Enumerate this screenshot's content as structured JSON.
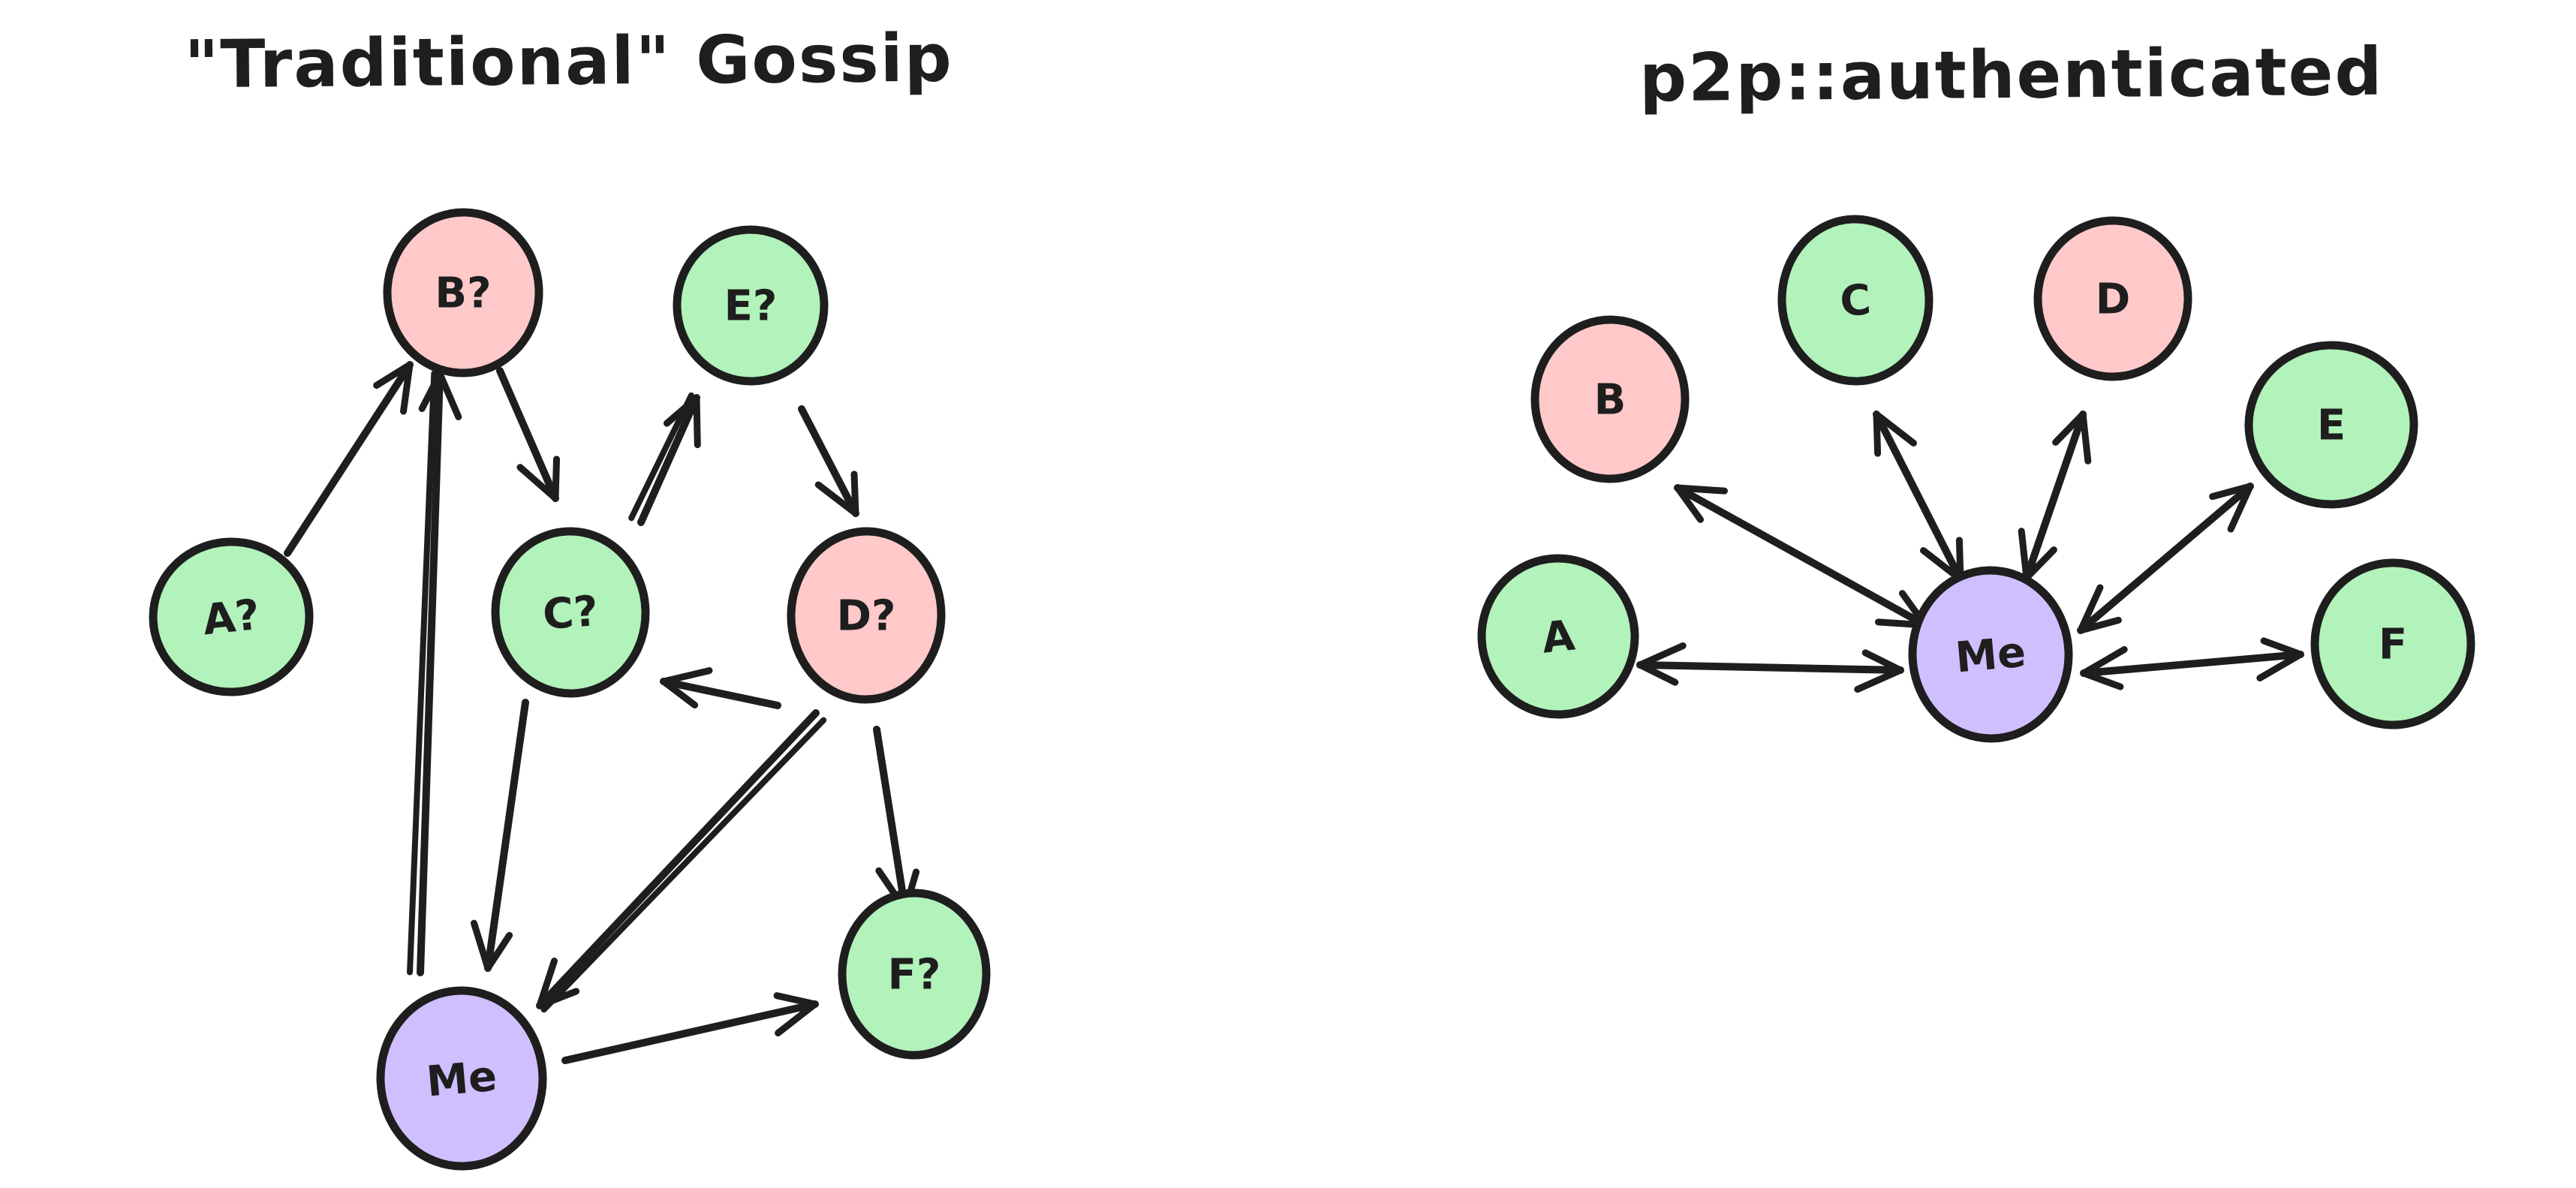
{
  "page": {
    "background": "#ffffff",
    "stroke_color": "#1e1e1e"
  },
  "colors": {
    "node_green": "#b2f2bb",
    "node_pink": "#ffc9c9",
    "node_purple": "#d0bfff",
    "stroke": "#1e1e1e"
  },
  "left": {
    "title": "\"Traditional\" Gossip",
    "nodes": [
      {
        "id": "A",
        "label": "A?",
        "color": "#b2f2bb"
      },
      {
        "id": "B",
        "label": "B?",
        "color": "#ffc9c9"
      },
      {
        "id": "C",
        "label": "C?",
        "color": "#b2f2bb"
      },
      {
        "id": "D",
        "label": "D?",
        "color": "#ffc9c9"
      },
      {
        "id": "E",
        "label": "E?",
        "color": "#b2f2bb"
      },
      {
        "id": "F",
        "label": "F?",
        "color": "#b2f2bb"
      },
      {
        "id": "Me",
        "label": "Me",
        "color": "#d0bfff"
      }
    ],
    "edges": [
      {
        "from": "A?",
        "to": "B?",
        "style": "single-arrow"
      },
      {
        "from": "Me",
        "to": "B?",
        "style": "double-stroke-arrow"
      },
      {
        "from": "B?",
        "to": "C?",
        "style": "single-arrow"
      },
      {
        "from": "C?",
        "to": "E?",
        "style": "double-stroke-arrow"
      },
      {
        "from": "E?",
        "to": "D?",
        "style": "single-arrow"
      },
      {
        "from": "D?",
        "to": "C?",
        "style": "single-arrow"
      },
      {
        "from": "C?",
        "to": "Me",
        "style": "single-arrow"
      },
      {
        "from": "D?",
        "to": "Me",
        "style": "double-stroke-arrow"
      },
      {
        "from": "D?",
        "to": "F?",
        "style": "single-arrow"
      },
      {
        "from": "Me",
        "to": "F?",
        "style": "single-arrow"
      }
    ]
  },
  "right": {
    "title": "p2p::authenticated",
    "nodes": [
      {
        "id": "A",
        "label": "A",
        "color": "#b2f2bb"
      },
      {
        "id": "B",
        "label": "B",
        "color": "#ffc9c9"
      },
      {
        "id": "C",
        "label": "C",
        "color": "#b2f2bb"
      },
      {
        "id": "D",
        "label": "D",
        "color": "#ffc9c9"
      },
      {
        "id": "E",
        "label": "E",
        "color": "#b2f2bb"
      },
      {
        "id": "F",
        "label": "F",
        "color": "#b2f2bb"
      },
      {
        "id": "Me",
        "label": "Me",
        "color": "#d0bfff"
      }
    ],
    "edges": [
      {
        "from": "Me",
        "to": "A",
        "style": "bidirectional-arrow"
      },
      {
        "from": "Me",
        "to": "B",
        "style": "bidirectional-arrow"
      },
      {
        "from": "Me",
        "to": "C",
        "style": "bidirectional-arrow"
      },
      {
        "from": "Me",
        "to": "D",
        "style": "bidirectional-arrow"
      },
      {
        "from": "Me",
        "to": "E",
        "style": "bidirectional-arrow"
      },
      {
        "from": "Me",
        "to": "F",
        "style": "bidirectional-arrow"
      }
    ]
  }
}
